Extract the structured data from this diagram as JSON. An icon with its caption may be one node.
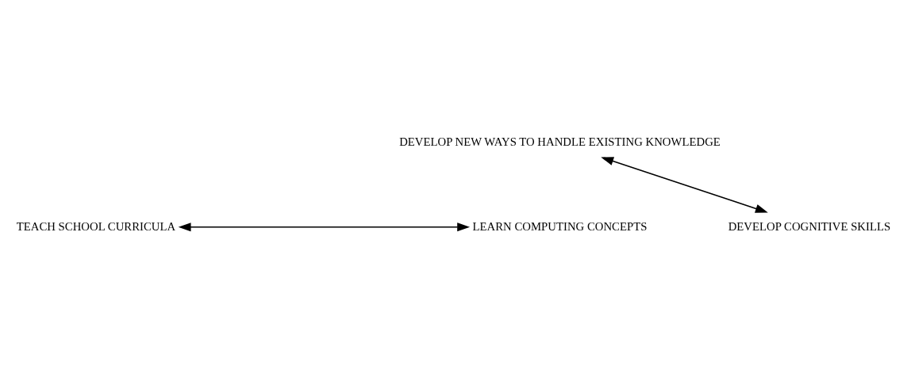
{
  "diagram": {
    "nodes": [
      {
        "text": [
          "DEVELOP NEW WAYS TO HANDLE EXISTING KNOWLEDGE"
        ]
      },
      {
        "text": [
          "TEACH SCHOOL CURRICULA"
        ]
      },
      {
        "text": [
          "LEARN COMPUTING CONCEPTS"
        ]
      },
      {
        "text": [
          "DEVELOP COGNITIVE SKILLS"
        ]
      }
    ],
    "edges": [
      {
        "from": 0,
        "to": 3,
        "arrow": "both"
      },
      {
        "from": 1,
        "to": 2,
        "arrow": "both"
      }
    ]
  }
}
